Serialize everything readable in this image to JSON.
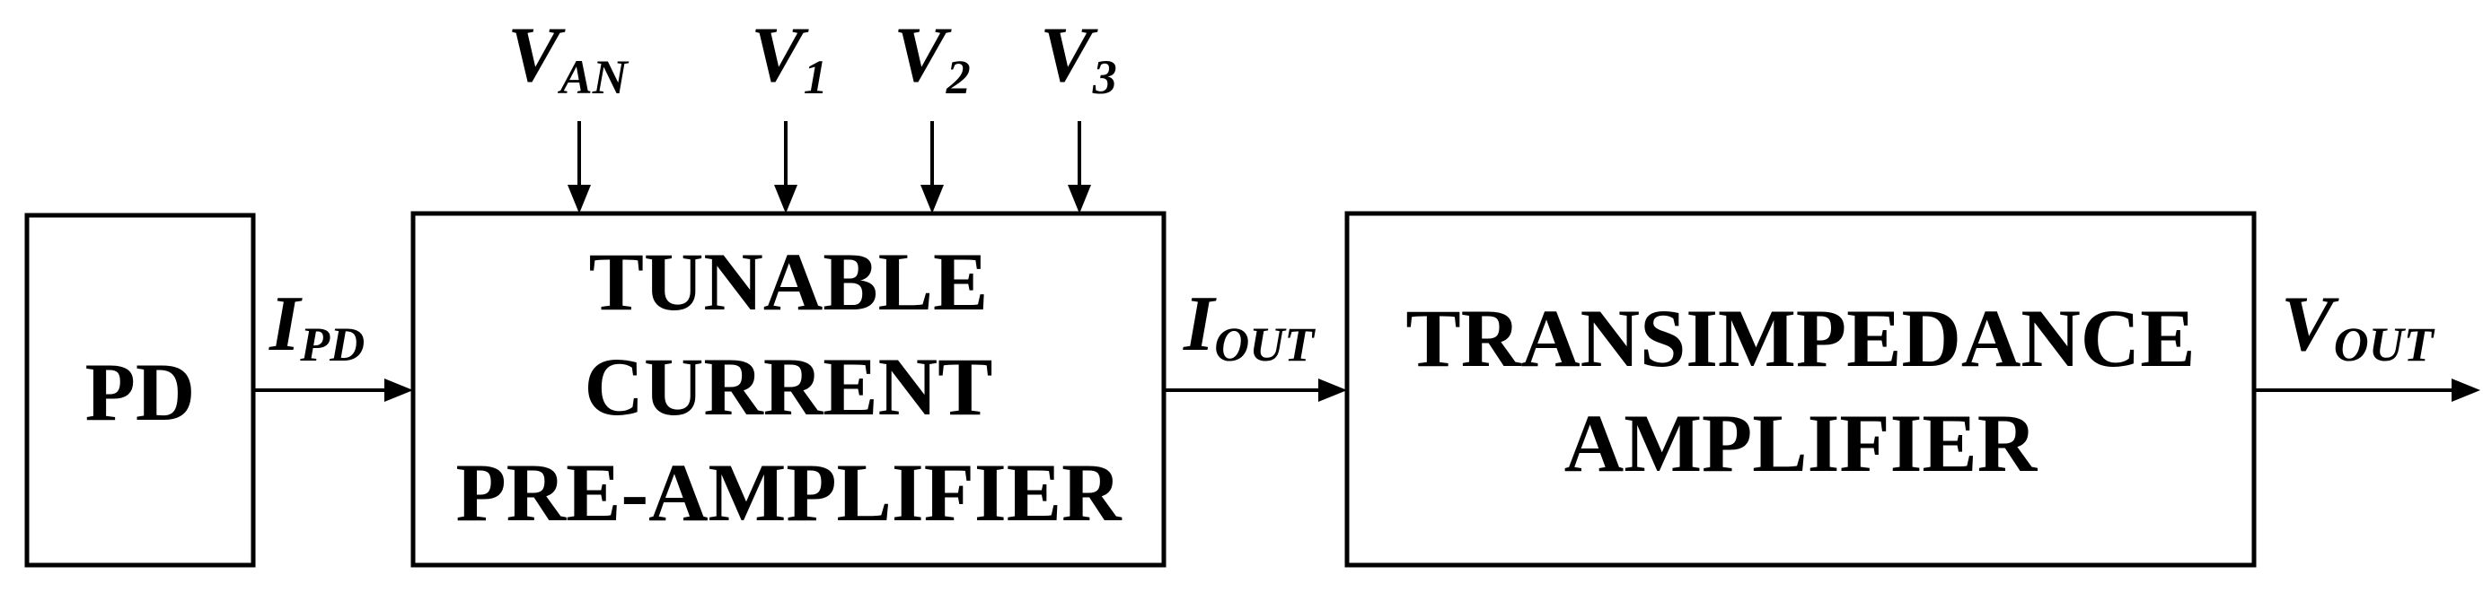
{
  "blocks": {
    "pd": {
      "line1": "PD"
    },
    "preamp": {
      "line1": "TUNABLE",
      "line2": "CURRENT",
      "line3": "PRE-AMPLIFIER"
    },
    "tia": {
      "line1": "TRANSIMPEDANCE",
      "line2": "AMPLIFIER"
    }
  },
  "signals": {
    "i_pd": {
      "main": "I",
      "sub": "PD"
    },
    "i_out": {
      "main": "I",
      "sub": "OUT"
    },
    "v_out": {
      "main": "V",
      "sub": "OUT"
    },
    "v_an": {
      "main": "V",
      "sub": "AN"
    },
    "v_1": {
      "main": "V",
      "sub": "1"
    },
    "v_2": {
      "main": "V",
      "sub": "2"
    },
    "v_3": {
      "main": "V",
      "sub": "3"
    }
  },
  "colors": {
    "stroke": "#000000",
    "background": "#ffffff"
  }
}
